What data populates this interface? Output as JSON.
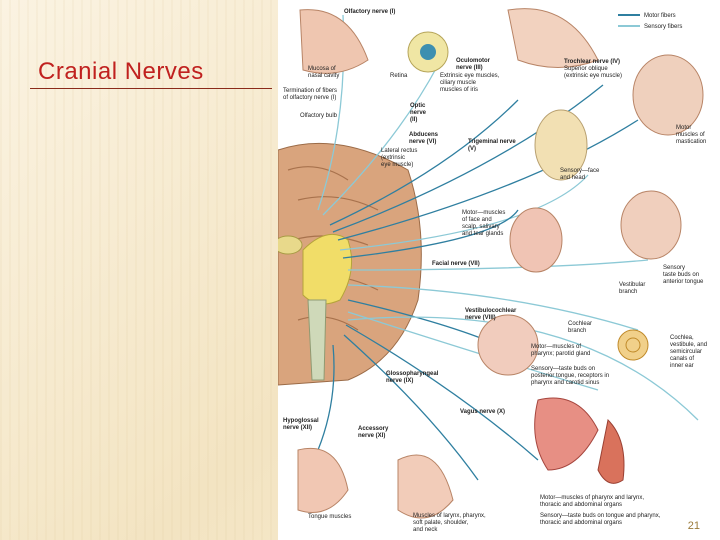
{
  "slide": {
    "title": "Cranial Nerves",
    "page_number": "21"
  },
  "colors": {
    "title": "#c0211f",
    "motor_fibers": "#2f7fa0",
    "sensory_fibers": "#8cc9d6",
    "nerve_yellow": "#e9dc54"
  },
  "legend": {
    "motor": "Motor fibers",
    "sensory": "Sensory fibers"
  },
  "labels": {
    "olfactory": "Olfactory nerve (I)",
    "mucosa_1": "Mucosa of",
    "mucosa_2": "nasal cavity",
    "retina": "Retina",
    "oculomotor_1": "Oculomotor",
    "oculomotor_2": "nerve (III)",
    "oculomotor_3": "Extrinsic eye muscles,",
    "oculomotor_4": "ciliary muscle",
    "oculomotor_5": "muscles of iris",
    "trochlear_1": "Trochlear nerve (IV)",
    "trochlear_2": "Superior oblique",
    "trochlear_3": "(extrinsic eye muscle)",
    "termination_1": "Termination of fibers",
    "termination_2": "of olfactory nerve (I)",
    "olfactory_bulb": "Olfactory bulb",
    "optic_1": "Optic",
    "optic_2": "nerve",
    "optic_3": "(II)",
    "abducens_1": "Abducens",
    "abducens_2": "nerve (VI)",
    "abducens_3": "Lateral rectus",
    "abducens_4": "(extrinsic",
    "abducens_5": "eye muscle)",
    "trigeminal_1": "Trigeminal nerve",
    "trigeminal_2": "(V)",
    "mastication_1": "Motor",
    "mastication_2": "muscles of",
    "mastication_3": "mastication",
    "sensory_face_1": "Sensory—face",
    "sensory_face_2": "and head",
    "motor_scalp_1": "Motor—muscles",
    "motor_scalp_2": "of face and",
    "motor_scalp_3": "scalp, salivary",
    "motor_scalp_4": "and tear glands",
    "facial": "Facial nerve (VII)",
    "sensory_taste_1": "Sensory",
    "sensory_taste_2": "taste buds on",
    "sensory_taste_3": "anterior tongue",
    "vestibular_1": "Vestibular",
    "vestibular_2": "branch",
    "vestibulocochlear_1": "Vestibulocochlear",
    "vestibulocochlear_2": "nerve (VIII)",
    "cochlear_1": "Cochlear",
    "cochlear_2": "branch",
    "cochlea_1": "Cochlea,",
    "cochlea_2": "vestibule, and",
    "cochlea_3": "semicircular",
    "cochlea_4": "canals of",
    "cochlea_5": "inner ear",
    "motor_pharynx_1": "Motor—muscles of",
    "motor_pharynx_2": "pharynx; parotid gland",
    "glosso_1": "Glossopharyngeal",
    "glosso_2": "nerve (IX)",
    "glosso_s1": "Sensory—taste buds on",
    "glosso_s2": "posterior tongue, receptors in",
    "glosso_s3": "pharynx and carotid sinus",
    "vagus": "Vagus nerve (X)",
    "hypoglossal_1": "Hypoglossal",
    "hypoglossal_2": "nerve (XII)",
    "accessory_1": "Accessory",
    "accessory_2": "nerve (XI)",
    "tongue": "Tongue muscles",
    "larynx_1": "Muscles of larynx, pharynx,",
    "larynx_2": "soft palate, shoulder,",
    "larynx_3": "and neck",
    "vagus_m1": "Motor—muscles of pharynx and larynx,",
    "vagus_m2": "thoracic and abdominal organs",
    "vagus_s1": "Sensory—taste buds on tongue and pharynx,",
    "vagus_s2": "thoracic and abdominal organs"
  }
}
